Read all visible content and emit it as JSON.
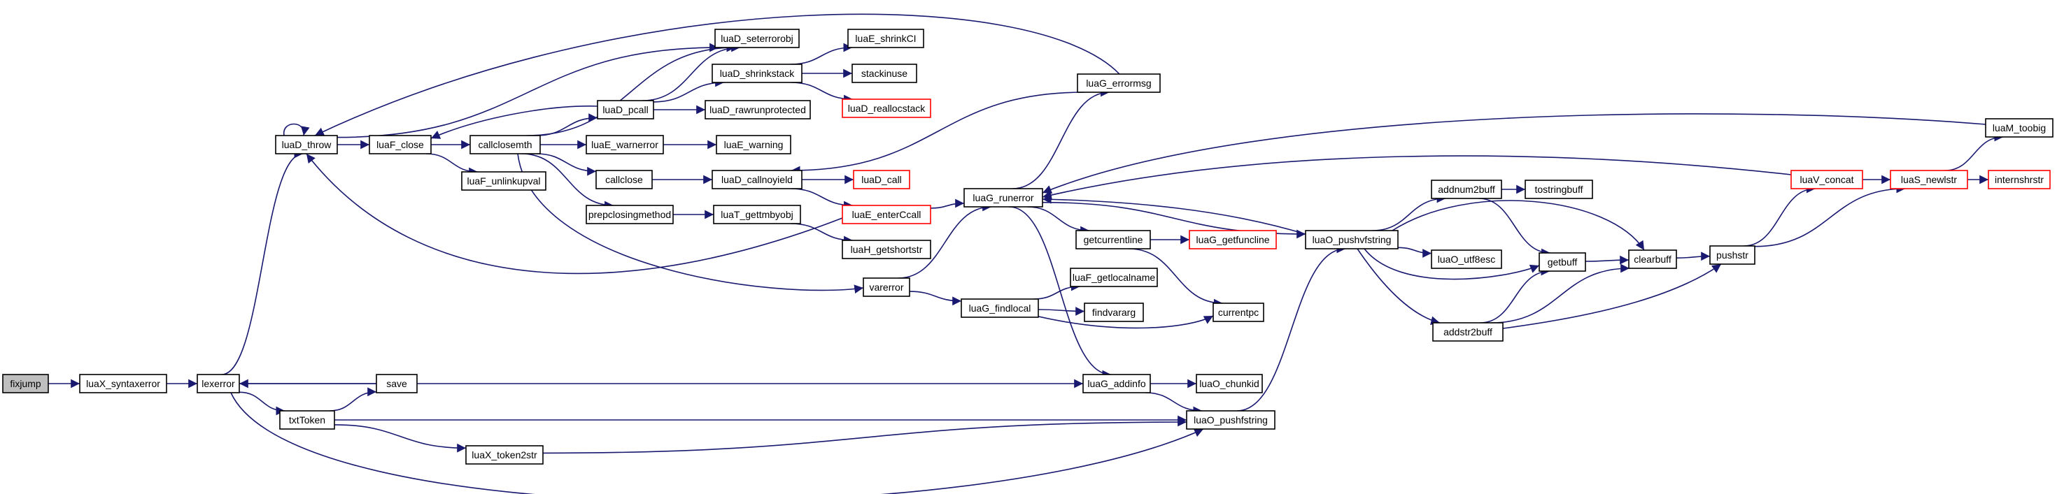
{
  "diagram": {
    "type": "call-graph",
    "edge_color": "#191970",
    "truncated_border_color": "#ff0000",
    "root_fill": "#bfbfbf",
    "nodes": [
      {
        "id": "fixjump",
        "label": "fixjump",
        "root": true
      },
      {
        "id": "luaX_syntaxerror",
        "label": "luaX_syntaxerror"
      },
      {
        "id": "lexerror",
        "label": "lexerror"
      },
      {
        "id": "luaD_throw",
        "label": "luaD_throw"
      },
      {
        "id": "luaF_close",
        "label": "luaF_close"
      },
      {
        "id": "callclosemth",
        "label": "callclosemth"
      },
      {
        "id": "luaF_unlinkupval",
        "label": "luaF_unlinkupval"
      },
      {
        "id": "luaD_seterrorobj",
        "label": "luaD_seterrorobj"
      },
      {
        "id": "luaD_shrinkstack",
        "label": "luaD_shrinkstack"
      },
      {
        "id": "luaE_shrinkCI",
        "label": "luaE_shrinkCI"
      },
      {
        "id": "stackinuse",
        "label": "stackinuse"
      },
      {
        "id": "luaD_reallocstack",
        "label": "luaD_reallocstack",
        "truncated": true
      },
      {
        "id": "luaD_pcall",
        "label": "luaD_pcall"
      },
      {
        "id": "luaD_rawrunprotected",
        "label": "luaD_rawrunprotected"
      },
      {
        "id": "luaE_warnerror",
        "label": "luaE_warnerror"
      },
      {
        "id": "luaE_warning",
        "label": "luaE_warning"
      },
      {
        "id": "callclose",
        "label": "callclose"
      },
      {
        "id": "luaD_callnoyield",
        "label": "luaD_callnoyield"
      },
      {
        "id": "luaD_call",
        "label": "luaD_call",
        "truncated": true
      },
      {
        "id": "prepclosingmethod",
        "label": "prepclosingmethod"
      },
      {
        "id": "luaT_gettmbyobj",
        "label": "luaT_gettmbyobj"
      },
      {
        "id": "luaE_enterCcall",
        "label": "luaE_enterCcall",
        "truncated": true
      },
      {
        "id": "luaH_getshortstr",
        "label": "luaH_getshortstr"
      },
      {
        "id": "luaG_errormsg",
        "label": "luaG_errormsg"
      },
      {
        "id": "luaG_runerror",
        "label": "luaG_runerror"
      },
      {
        "id": "varerror",
        "label": "varerror"
      },
      {
        "id": "getcurrentline",
        "label": "getcurrentline"
      },
      {
        "id": "luaG_getfuncline",
        "label": "luaG_getfuncline",
        "truncated": true
      },
      {
        "id": "luaG_findlocal",
        "label": "luaG_findlocal"
      },
      {
        "id": "luaF_getlocalname",
        "label": "luaF_getlocalname"
      },
      {
        "id": "findvararg",
        "label": "findvararg"
      },
      {
        "id": "currentpc",
        "label": "currentpc"
      },
      {
        "id": "luaG_addinfo",
        "label": "luaG_addinfo"
      },
      {
        "id": "luaO_chunkid",
        "label": "luaO_chunkid"
      },
      {
        "id": "luaO_pushfstring",
        "label": "luaO_pushfstring"
      },
      {
        "id": "luaO_pushvfstring",
        "label": "luaO_pushvfstring"
      },
      {
        "id": "addnum2buff",
        "label": "addnum2buff"
      },
      {
        "id": "tostringbuff",
        "label": "tostringbuff"
      },
      {
        "id": "luaO_utf8esc",
        "label": "luaO_utf8esc"
      },
      {
        "id": "getbuff",
        "label": "getbuff"
      },
      {
        "id": "addstr2buff",
        "label": "addstr2buff"
      },
      {
        "id": "clearbuff",
        "label": "clearbuff"
      },
      {
        "id": "pushstr",
        "label": "pushstr"
      },
      {
        "id": "luaV_concat",
        "label": "luaV_concat",
        "truncated": true
      },
      {
        "id": "luaS_newlstr",
        "label": "luaS_newlstr",
        "truncated": true
      },
      {
        "id": "internshrstr",
        "label": "internshrstr",
        "truncated": true
      },
      {
        "id": "luaM_toobig",
        "label": "luaM_toobig"
      },
      {
        "id": "save",
        "label": "save"
      },
      {
        "id": "txtToken",
        "label": "txtToken"
      },
      {
        "id": "luaX_token2str",
        "label": "luaX_token2str"
      }
    ],
    "edges": [
      [
        "fixjump",
        "luaX_syntaxerror"
      ],
      [
        "luaX_syntaxerror",
        "lexerror"
      ],
      [
        "lexerror",
        "luaD_throw"
      ],
      [
        "lexerror",
        "luaG_addinfo"
      ],
      [
        "lexerror",
        "txtToken"
      ],
      [
        "lexerror",
        "luaO_pushfstring"
      ],
      [
        "luaD_throw",
        "luaD_throw"
      ],
      [
        "luaD_throw",
        "luaF_close"
      ],
      [
        "luaD_throw",
        "luaD_seterrorobj"
      ],
      [
        "luaF_close",
        "callclosemth"
      ],
      [
        "luaF_close",
        "luaF_unlinkupval"
      ],
      [
        "callclosemth",
        "luaD_pcall"
      ],
      [
        "callclosemth",
        "luaE_warnerror"
      ],
      [
        "callclosemth",
        "callclose"
      ],
      [
        "callclosemth",
        "prepclosingmethod"
      ],
      [
        "callclosemth",
        "luaD_seterrorobj"
      ],
      [
        "callclosemth",
        "varerror"
      ],
      [
        "luaD_pcall",
        "luaD_seterrorobj"
      ],
      [
        "luaD_pcall",
        "luaD_shrinkstack"
      ],
      [
        "luaD_pcall",
        "luaD_rawrunprotected"
      ],
      [
        "luaD_pcall",
        "luaF_close"
      ],
      [
        "luaD_shrinkstack",
        "luaE_shrinkCI"
      ],
      [
        "luaD_shrinkstack",
        "stackinuse"
      ],
      [
        "luaD_shrinkstack",
        "luaD_reallocstack"
      ],
      [
        "luaE_warnerror",
        "luaE_warning"
      ],
      [
        "callclose",
        "luaD_callnoyield"
      ],
      [
        "luaD_callnoyield",
        "luaD_call"
      ],
      [
        "luaD_callnoyield",
        "luaE_enterCcall"
      ],
      [
        "prepclosingmethod",
        "luaT_gettmbyobj"
      ],
      [
        "luaT_gettmbyobj",
        "luaH_getshortstr"
      ],
      [
        "luaE_enterCcall",
        "luaG_runerror"
      ],
      [
        "luaE_enterCcall",
        "luaD_throw"
      ],
      [
        "luaG_errormsg",
        "luaD_callnoyield"
      ],
      [
        "luaG_errormsg",
        "luaD_throw"
      ],
      [
        "varerror",
        "luaG_runerror"
      ],
      [
        "varerror",
        "luaG_findlocal"
      ],
      [
        "luaG_runerror",
        "luaG_errormsg"
      ],
      [
        "luaG_runerror",
        "getcurrentline"
      ],
      [
        "luaG_runerror",
        "luaG_addinfo"
      ],
      [
        "luaG_runerror",
        "luaO_pushvfstring"
      ],
      [
        "getcurrentline",
        "luaG_getfuncline"
      ],
      [
        "getcurrentline",
        "currentpc"
      ],
      [
        "luaG_findlocal",
        "luaF_getlocalname"
      ],
      [
        "luaG_findlocal",
        "findvararg"
      ],
      [
        "luaG_findlocal",
        "currentpc"
      ],
      [
        "luaG_addinfo",
        "luaO_chunkid"
      ],
      [
        "luaG_addinfo",
        "luaO_pushfstring"
      ],
      [
        "luaO_pushfstring",
        "luaO_pushvfstring"
      ],
      [
        "luaO_pushvfstring",
        "addnum2buff"
      ],
      [
        "luaO_pushvfstring",
        "luaO_utf8esc"
      ],
      [
        "luaO_pushvfstring",
        "getbuff"
      ],
      [
        "luaO_pushvfstring",
        "addstr2buff"
      ],
      [
        "luaO_pushvfstring",
        "clearbuff"
      ],
      [
        "luaO_pushvfstring",
        "luaG_runerror"
      ],
      [
        "addnum2buff",
        "tostringbuff"
      ],
      [
        "addnum2buff",
        "getbuff"
      ],
      [
        "addstr2buff",
        "getbuff"
      ],
      [
        "addstr2buff",
        "clearbuff"
      ],
      [
        "addstr2buff",
        "pushstr"
      ],
      [
        "getbuff",
        "clearbuff"
      ],
      [
        "clearbuff",
        "pushstr"
      ],
      [
        "pushstr",
        "luaV_concat"
      ],
      [
        "pushstr",
        "luaS_newlstr"
      ],
      [
        "luaV_concat",
        "luaS_newlstr"
      ],
      [
        "luaV_concat",
        "luaG_runerror"
      ],
      [
        "luaS_newlstr",
        "internshrstr"
      ],
      [
        "luaS_newlstr",
        "luaM_toobig"
      ],
      [
        "luaM_toobig",
        "luaG_runerror"
      ],
      [
        "txtToken",
        "save"
      ],
      [
        "txtToken",
        "luaX_token2str"
      ],
      [
        "txtToken",
        "luaO_pushfstring"
      ],
      [
        "save",
        "lexerror"
      ],
      [
        "luaX_token2str",
        "luaO_pushfstring"
      ]
    ]
  }
}
